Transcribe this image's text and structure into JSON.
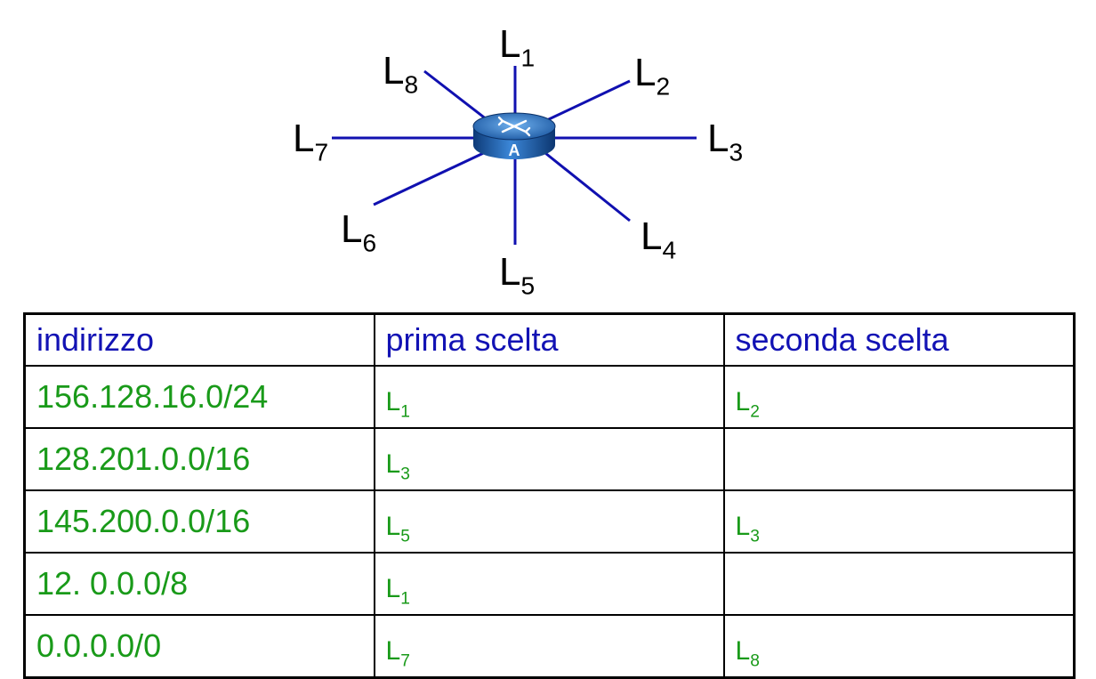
{
  "diagram": {
    "router_label": "A",
    "links": [
      {
        "letter": "L",
        "index": "1"
      },
      {
        "letter": "L",
        "index": "2"
      },
      {
        "letter": "L",
        "index": "3"
      },
      {
        "letter": "L",
        "index": "4"
      },
      {
        "letter": "L",
        "index": "5"
      },
      {
        "letter": "L",
        "index": "6"
      },
      {
        "letter": "L",
        "index": "7"
      },
      {
        "letter": "L",
        "index": "8"
      }
    ]
  },
  "table": {
    "headers": [
      "indirizzo",
      "prima scelta",
      "seconda scelta"
    ],
    "rows": [
      {
        "address": "156.128.16.0/24",
        "first": {
          "letter": "L",
          "index": "1"
        },
        "second": {
          "letter": "L",
          "index": "2"
        }
      },
      {
        "address": "128.201.0.0/16",
        "first": {
          "letter": "L",
          "index": "3"
        },
        "second": {
          "letter": "",
          "index": ""
        }
      },
      {
        "address": "145.200.0.0/16",
        "first": {
          "letter": "L",
          "index": "5"
        },
        "second": {
          "letter": "L",
          "index": "3"
        }
      },
      {
        "address": "12. 0.0.0/8",
        "first": {
          "letter": "L",
          "index": "1"
        },
        "second": {
          "letter": "",
          "index": ""
        }
      },
      {
        "address": "0.0.0.0/0",
        "first": {
          "letter": "L",
          "index": "7"
        },
        "second": {
          "letter": "L",
          "index": "8"
        }
      }
    ]
  },
  "colors": {
    "link_line": "#1010b0",
    "header_text": "#1212b4",
    "cell_text": "#199a19",
    "router_body": "#1f5ea8"
  }
}
